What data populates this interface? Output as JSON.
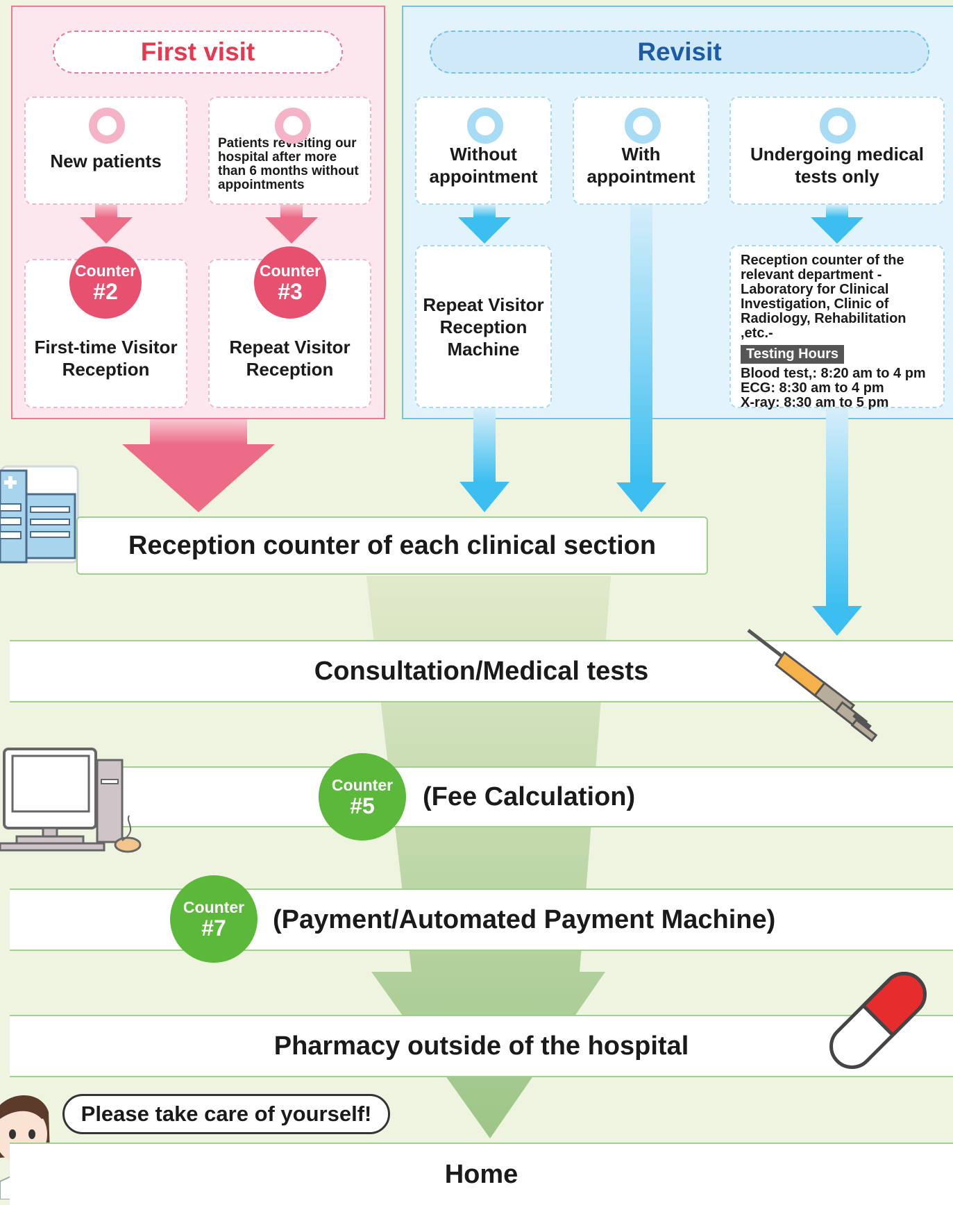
{
  "first_visit": {
    "title": "First visit",
    "new_patients": "New patients",
    "revisiting_patients": "Patients revisiting our hospital after more than 6 months without appointments",
    "counter2": {
      "label": "Counter",
      "number": "#2",
      "name": "First-time Visitor Reception"
    },
    "counter3": {
      "label": "Counter",
      "number": "#3",
      "name": "Repeat Visitor Reception"
    }
  },
  "revisit": {
    "title": "Revisit",
    "without_appointment": "Without appointment",
    "with_appointment": "With appointment",
    "tests_only": "Undergoing medical tests only",
    "machine": "Repeat Visitor Reception Machine",
    "dept_reception": "Reception counter of the relevant department -Laboratory for Clinical Investigation, Clinic of Radiology, Rehabilitation ,etc.-",
    "testing_hours_label": "Testing Hours",
    "testing_hours": [
      "Blood test,: 8:20 am to 4 pm",
      "ECG: 8:30 am to 4 pm",
      "X-ray: 8:30 am to 5 pm"
    ]
  },
  "steps": {
    "reception": "Reception counter of each clinical section",
    "consultation": "Consultation/Medical tests",
    "fee": "(Fee Calculation)",
    "counter5": {
      "label": "Counter",
      "number": "#5"
    },
    "payment": "(Payment/Automated Payment Machine)",
    "counter7": {
      "label": "Counter",
      "number": "#7"
    },
    "pharmacy": "Pharmacy outside of the hospital",
    "speech": "Please take care of yourself!",
    "home": "Home"
  },
  "colors": {
    "pink": "#e8506f",
    "blue": "#3cbef0",
    "green": "#5cb83a",
    "revisit_title": "#1d5ba8",
    "first_title": "#e6384f"
  },
  "icons": [
    "hospital-building-icon",
    "computer-icon",
    "syringe-icon",
    "capsule-icon",
    "nurse-illustration"
  ]
}
